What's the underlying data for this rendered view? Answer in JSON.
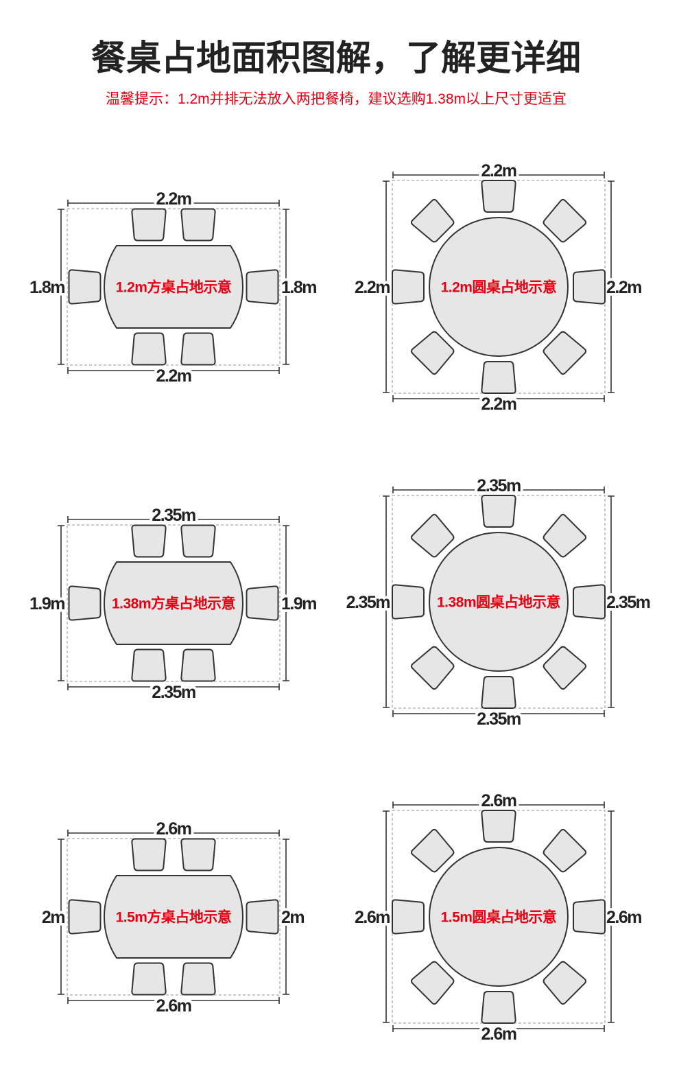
{
  "header": {
    "title": "餐桌占地面积图解，了解更详细",
    "tip": "温馨提示：1.2m并排无法放入两把餐椅，建议选购1.38m以上尺寸更适宜"
  },
  "square_tables": [
    {
      "label": "1.2m方桌占地示意",
      "top": "2.2m",
      "bottom": "2.2m",
      "left": "1.8m",
      "right": "1.8m"
    },
    {
      "label": "1.38m方桌占地示意",
      "top": "2.35m",
      "bottom": "2.35m",
      "left": "1.9m",
      "right": "1.9m"
    },
    {
      "label": "1.5m方桌占地示意",
      "top": "2.6m",
      "bottom": "2.6m",
      "left": "2m",
      "right": "2m"
    }
  ],
  "round_tables": [
    {
      "label": "1.2m圆桌占地示意",
      "top": "2.2m",
      "bottom": "2.2m",
      "left": "2.2m",
      "right": "2.2m"
    },
    {
      "label": "1.38m圆桌占地示意",
      "top": "2.35m",
      "bottom": "2.35m",
      "left": "2.35m",
      "right": "2.35m"
    },
    {
      "label": "1.5m圆桌占地示意",
      "top": "2.6m",
      "bottom": "2.6m",
      "left": "2.6m",
      "right": "2.6m"
    }
  ],
  "colors": {
    "accent": "#e60012",
    "text": "#222222",
    "furniture": "#e6e6e6",
    "outline": "#333333",
    "guide": "#aaaaaa"
  }
}
